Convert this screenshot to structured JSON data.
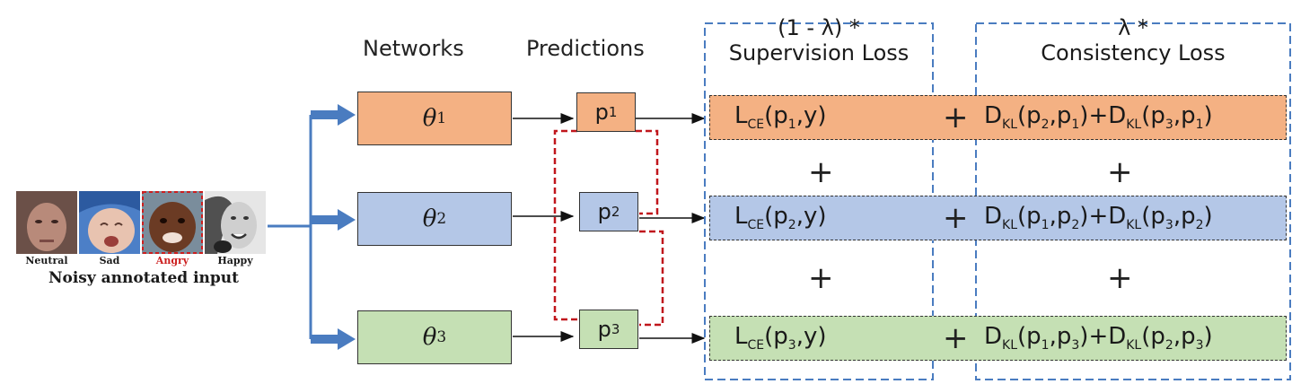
{
  "input": {
    "faces": [
      {
        "label": "Neutral",
        "color": "#000000"
      },
      {
        "label": "Sad",
        "color": "#000000"
      },
      {
        "label": "Angry",
        "color": "#cc1f1f"
      },
      {
        "label": "Happy",
        "color": "#000000"
      }
    ],
    "caption": "Noisy annotated input"
  },
  "headers": {
    "networks": "Networks",
    "predictions": "Predictions",
    "supervision_weight": "(1 - λ) *",
    "supervision_title": "Supervision Loss",
    "consistency_weight": "λ *",
    "consistency_title": "Consistency Loss"
  },
  "networks": [
    {
      "symbol": "θ",
      "index": "1",
      "fill": "#f4b183"
    },
    {
      "symbol": "θ",
      "index": "2",
      "fill": "#b4c7e7"
    },
    {
      "symbol": "θ",
      "index": "3",
      "fill": "#c5e0b4"
    }
  ],
  "predictions": [
    {
      "symbol": "p",
      "index": "1",
      "fill": "#f4b183"
    },
    {
      "symbol": "p",
      "index": "2",
      "fill": "#b4c7e7"
    },
    {
      "symbol": "p",
      "index": "3",
      "fill": "#c5e0b4"
    }
  ],
  "rows": [
    {
      "fill": "#f4b183",
      "sup": {
        "L": "L",
        "sub": "CE",
        "open": "(p",
        "pi": "1",
        "close": ",y)"
      },
      "con": {
        "d1": "D",
        "s1": "KL",
        "a1": "(p",
        "a1i": "2",
        "b1": ",p",
        "b1i": "1",
        "m": ")+D",
        "s2": "KL",
        "a2": "(p",
        "a2i": "3",
        "b2": ",p",
        "b2i": "1",
        "e": ")"
      }
    },
    {
      "fill": "#b4c7e7",
      "sup": {
        "L": "L",
        "sub": "CE",
        "open": "(p",
        "pi": "2",
        "close": ",y)"
      },
      "con": {
        "d1": "D",
        "s1": "KL",
        "a1": "(p",
        "a1i": "1",
        "b1": ",p",
        "b1i": "2",
        "m": ")+D",
        "s2": "KL",
        "a2": "(p",
        "a2i": "3",
        "b2": ",p",
        "b2i": "2",
        "e": ")"
      }
    },
    {
      "fill": "#c5e0b4",
      "sup": {
        "L": "L",
        "sub": "CE",
        "open": "(p",
        "pi": "3",
        "close": ",y)"
      },
      "con": {
        "d1": "D",
        "s1": "KL",
        "a1": "(p",
        "a1i": "1",
        "b1": ",p",
        "b1i": "3",
        "m": ")+D",
        "s2": "KL",
        "a2": "(p",
        "a2i": "2",
        "b2": ",p",
        "b2i": "3",
        "e": ")"
      }
    }
  ],
  "plus_sign": "+",
  "colors": {
    "arrow_blue": "#4a7cc0",
    "consistency_dash": "#c0161c",
    "group_frame": "#4a7cc0"
  }
}
